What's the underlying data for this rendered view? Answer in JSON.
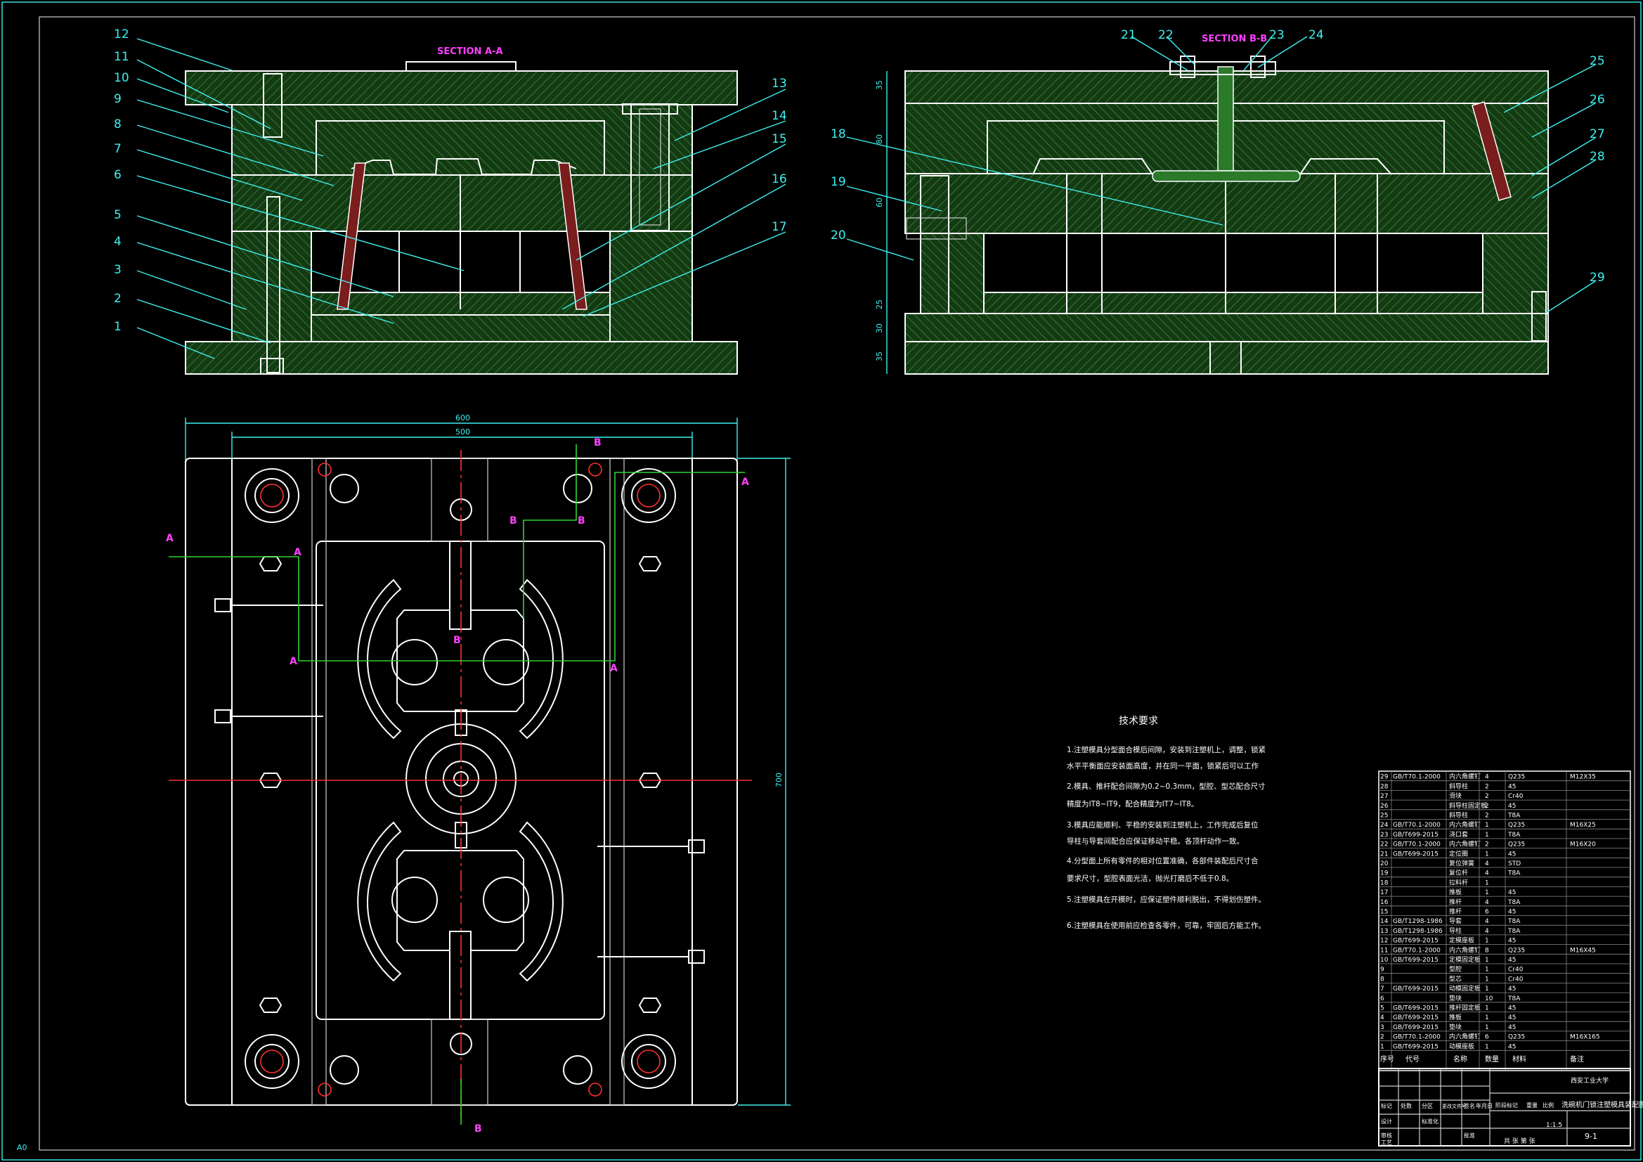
{
  "sections": {
    "a": "SECTION A-A",
    "b": "SECTION B-B"
  },
  "callouts_left": [
    "12",
    "11",
    "10",
    "9",
    "8",
    "7",
    "6",
    "5",
    "4",
    "3",
    "2",
    "1"
  ],
  "callouts_right_a": [
    "13",
    "14",
    "15",
    "16",
    "17"
  ],
  "callouts_top_b": [
    "21",
    "22",
    "23",
    "24"
  ],
  "callouts_left_b": [
    "18",
    "19",
    "20"
  ],
  "callouts_right_b": [
    "25",
    "26",
    "27",
    "28",
    "29"
  ],
  "section_dims_b": [
    "35",
    "80",
    "60",
    "25",
    "30",
    "35"
  ],
  "dims": {
    "w600": "600",
    "w500": "500",
    "h700": "700"
  },
  "cut_markers": {
    "a": "A",
    "b": "B"
  },
  "tech": {
    "title": "技术要求",
    "items": [
      "1.注塑模具分型面合模后间隙，安装到注塑机上，调整，锁紧",
      "水平平衡面应安装面高度，并在同一平面，锁紧后可以工作",
      "2.模具、推杆配合间隙为0.2~0.3mm，型腔、型芯配合尺寸",
      "精度为IT8~IT9，配合精度为IT7~IT8。",
      "3.模具应能顺利、平稳的安装到注塑机上，工作完成后复位",
      "导柱与导套间配合应保证移动平稳。各顶杆动作一致。",
      "4.分型面上所有零件的相对位置准确，各部件装配后尺寸合",
      "要求尺寸，型腔表面光洁，抛光打磨后不低于0.8。",
      "5.注塑模具在开模时，应保证塑件顺利脱出，不得划伤塑件。",
      "6.注塑模具在使用前应检查各零件，可靠，牢固后方能工作。"
    ]
  },
  "bom_rows": [
    [
      "29",
      "GB/T70.1-2000",
      "内六角螺钉",
      "4",
      "Q235",
      "M12X35"
    ],
    [
      "28",
      "",
      "斜导柱",
      "2",
      "45",
      ""
    ],
    [
      "27",
      "",
      "滑块",
      "2",
      "Cr40",
      ""
    ],
    [
      "26",
      "",
      "斜导柱固定板",
      "2",
      "45",
      ""
    ],
    [
      "25",
      "",
      "斜导柱",
      "2",
      "T8A",
      ""
    ],
    [
      "24",
      "GB/T70.1-2000",
      "内六角螺钉",
      "1",
      "Q235",
      "M16X25"
    ],
    [
      "23",
      "GB/T699-2015",
      "浇口套",
      "1",
      "T8A",
      ""
    ],
    [
      "22",
      "GB/T70.1-2000",
      "内六角螺钉",
      "2",
      "Q235",
      "M16X20"
    ],
    [
      "21",
      "GB/T699-2015",
      "定位圈",
      "1",
      "45",
      ""
    ],
    [
      "20",
      "",
      "复位弹簧",
      "4",
      "STD",
      ""
    ],
    [
      "19",
      "",
      "复位杆",
      "4",
      "T8A",
      ""
    ],
    [
      "18",
      "",
      "拉料杆",
      "1",
      "",
      ""
    ],
    [
      "17",
      "",
      "推板",
      "1",
      "45",
      ""
    ],
    [
      "16",
      "",
      "推杆",
      "4",
      "T8A",
      ""
    ],
    [
      "15",
      "",
      "推杆",
      "6",
      "45",
      ""
    ],
    [
      "14",
      "GB/T1298-1986",
      "导套",
      "4",
      "T8A",
      ""
    ],
    [
      "13",
      "GB/T1298-1986",
      "导柱",
      "4",
      "T8A",
      ""
    ],
    [
      "12",
      "GB/T699-2015",
      "定模座板",
      "1",
      "45",
      ""
    ],
    [
      "11",
      "GB/T70.1-2000",
      "内六角螺钉",
      "8",
      "Q235",
      "M16X45"
    ],
    [
      "10",
      "GB/T699-2015",
      "定模固定板",
      "1",
      "45",
      ""
    ],
    [
      "9",
      "",
      "型腔",
      "1",
      "Cr40",
      ""
    ],
    [
      "8",
      "",
      "型芯",
      "1",
      "Cr40",
      ""
    ],
    [
      "7",
      "GB/T699-2015",
      "动模固定板",
      "1",
      "45",
      ""
    ],
    [
      "6",
      "",
      "垫块",
      "10",
      "T8A",
      ""
    ],
    [
      "5",
      "GB/T699-2015",
      "推杆固定板",
      "1",
      "45",
      ""
    ],
    [
      "4",
      "GB/T699-2015",
      "推板",
      "1",
      "45",
      ""
    ],
    [
      "3",
      "GB/T699-2015",
      "垫块",
      "1",
      "45",
      ""
    ],
    [
      "2",
      "GB/T70.1-2000",
      "内六角螺钉",
      "6",
      "Q235",
      "M16X165"
    ],
    [
      "1",
      "GB/T699-2015",
      "动模座板",
      "1",
      "45",
      ""
    ]
  ],
  "bom_header": [
    "序号",
    "代号",
    "名称",
    "数量",
    "材料",
    "备注"
  ],
  "title_block": {
    "school": "西安工业大学",
    "drawing_name": "洗碗机门锁注塑模具装配图",
    "scale": "1:1.5",
    "sheet": "共 张 第 张",
    "code": "9-1",
    "labels": [
      "标记",
      "处数",
      "分区",
      "更改文件号",
      "签名",
      "年月日"
    ],
    "labels2": [
      "设计",
      "标准化",
      "阶段标记",
      "重量",
      "比例"
    ],
    "labels3": [
      "审核",
      "工艺",
      "批准"
    ]
  },
  "sheet_id": "A0",
  "colors": {
    "bg": "#000000",
    "line": "#ffffff",
    "dim": "#3ff0f0",
    "mark": "#ff40ff",
    "center": "#ff3030",
    "cutline": "#2fd52f",
    "hatch": "#1f5a1f"
  }
}
